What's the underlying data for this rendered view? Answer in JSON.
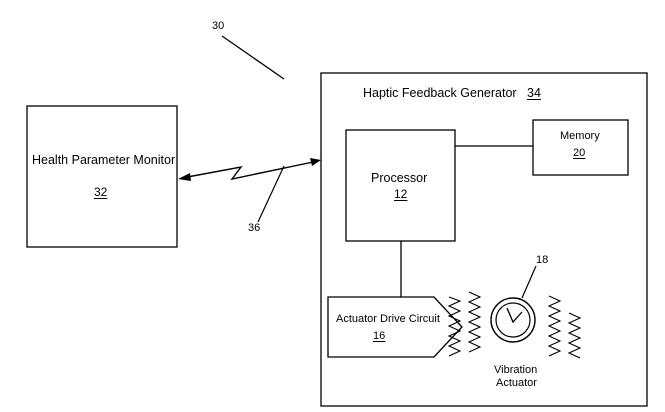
{
  "figure": {
    "overall_ref": "30",
    "link_ref": "36",
    "monitor": {
      "title": "Health Parameter Monitor",
      "ref": "32"
    },
    "generator": {
      "title": "Haptic Feedback Generator",
      "ref": "34"
    },
    "processor": {
      "title": "Processor",
      "ref": "12"
    },
    "memory": {
      "title": "Memory",
      "ref": "20"
    },
    "drive_circuit": {
      "title": "Actuator Drive Circuit",
      "ref": "16"
    },
    "vibration_actuator": {
      "line1": "Vibration",
      "line2": "Actuator",
      "ref": "18"
    }
  }
}
